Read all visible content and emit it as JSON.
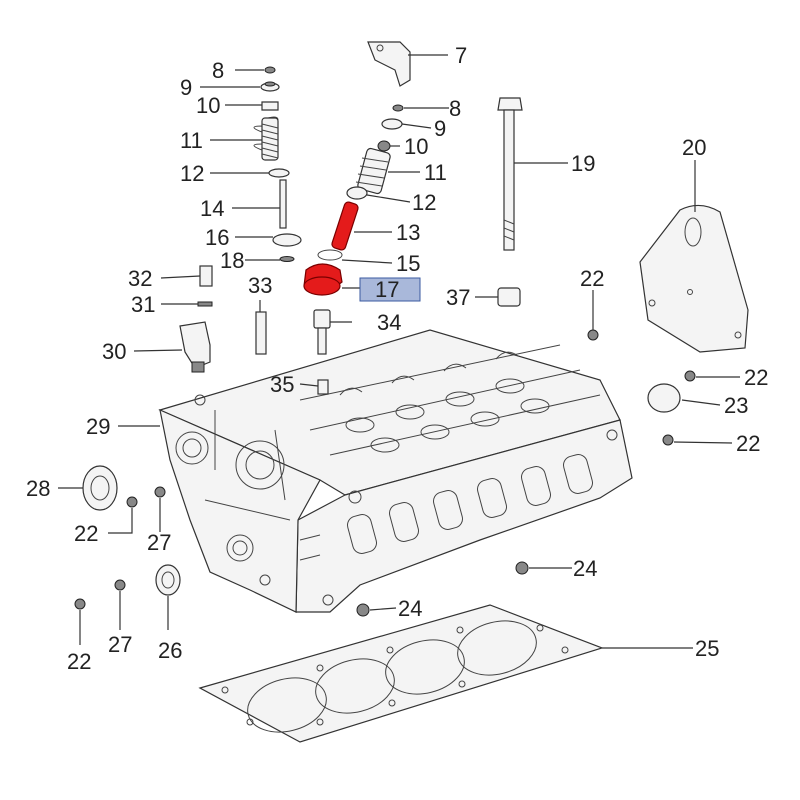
{
  "diagram": {
    "highlighted_part": "17",
    "highlight_color": "#e41b1b",
    "highlight_box_color": "#a9b8da",
    "labels": {
      "l7": "7",
      "l8a": "8",
      "l8b": "8",
      "l9a": "9",
      "l9b": "9",
      "l10a": "10",
      "l10b": "10",
      "l11a": "11",
      "l11b": "11",
      "l12a": "12",
      "l12b": "12",
      "l13": "13",
      "l14": "14",
      "l15": "15",
      "l16": "16",
      "l17": "17",
      "l18": "18",
      "l19": "19",
      "l20": "20",
      "l22a": "22",
      "l22b": "22",
      "l22c": "22",
      "l22d": "22",
      "l22e": "22",
      "l23": "23",
      "l24a": "24",
      "l24b": "24",
      "l25": "25",
      "l26": "26",
      "l27a": "27",
      "l27b": "27",
      "l28": "28",
      "l29": "29",
      "l30": "30",
      "l31": "31",
      "l32": "32",
      "l33": "33",
      "l34": "34",
      "l35": "35",
      "l37": "37"
    }
  }
}
